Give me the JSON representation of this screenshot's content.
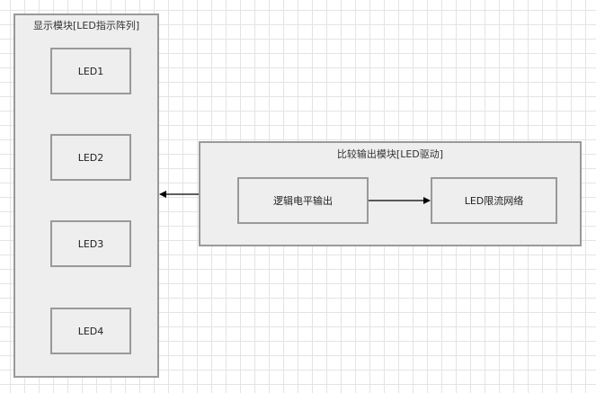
{
  "display_module": {
    "title": "显示模块[LED指示阵列]",
    "leds": [
      "LED1",
      "LED2",
      "LED3",
      "LED4"
    ]
  },
  "compare_module": {
    "title": "比较输出模块[LED驱动]",
    "logic_output": "逻辑电平输出",
    "led_network": "LED限流网络"
  }
}
